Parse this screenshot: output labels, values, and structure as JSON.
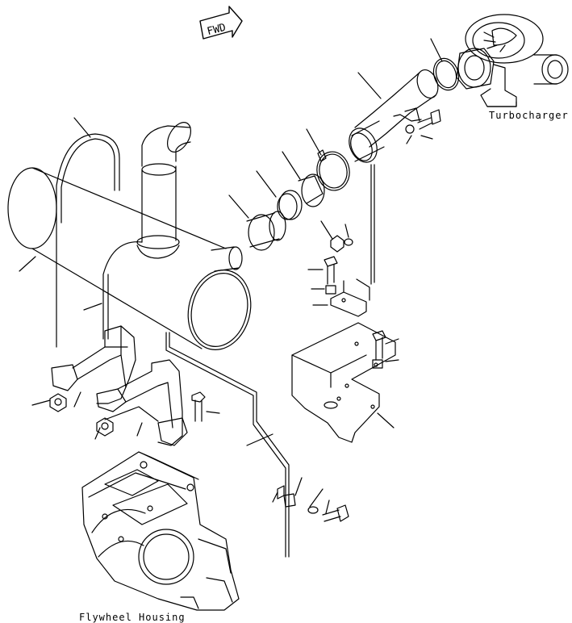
{
  "labels": {
    "fwd": "FWD",
    "turbocharger": "Turbocharger",
    "flywheel_housing": "Flywheel Housing"
  }
}
